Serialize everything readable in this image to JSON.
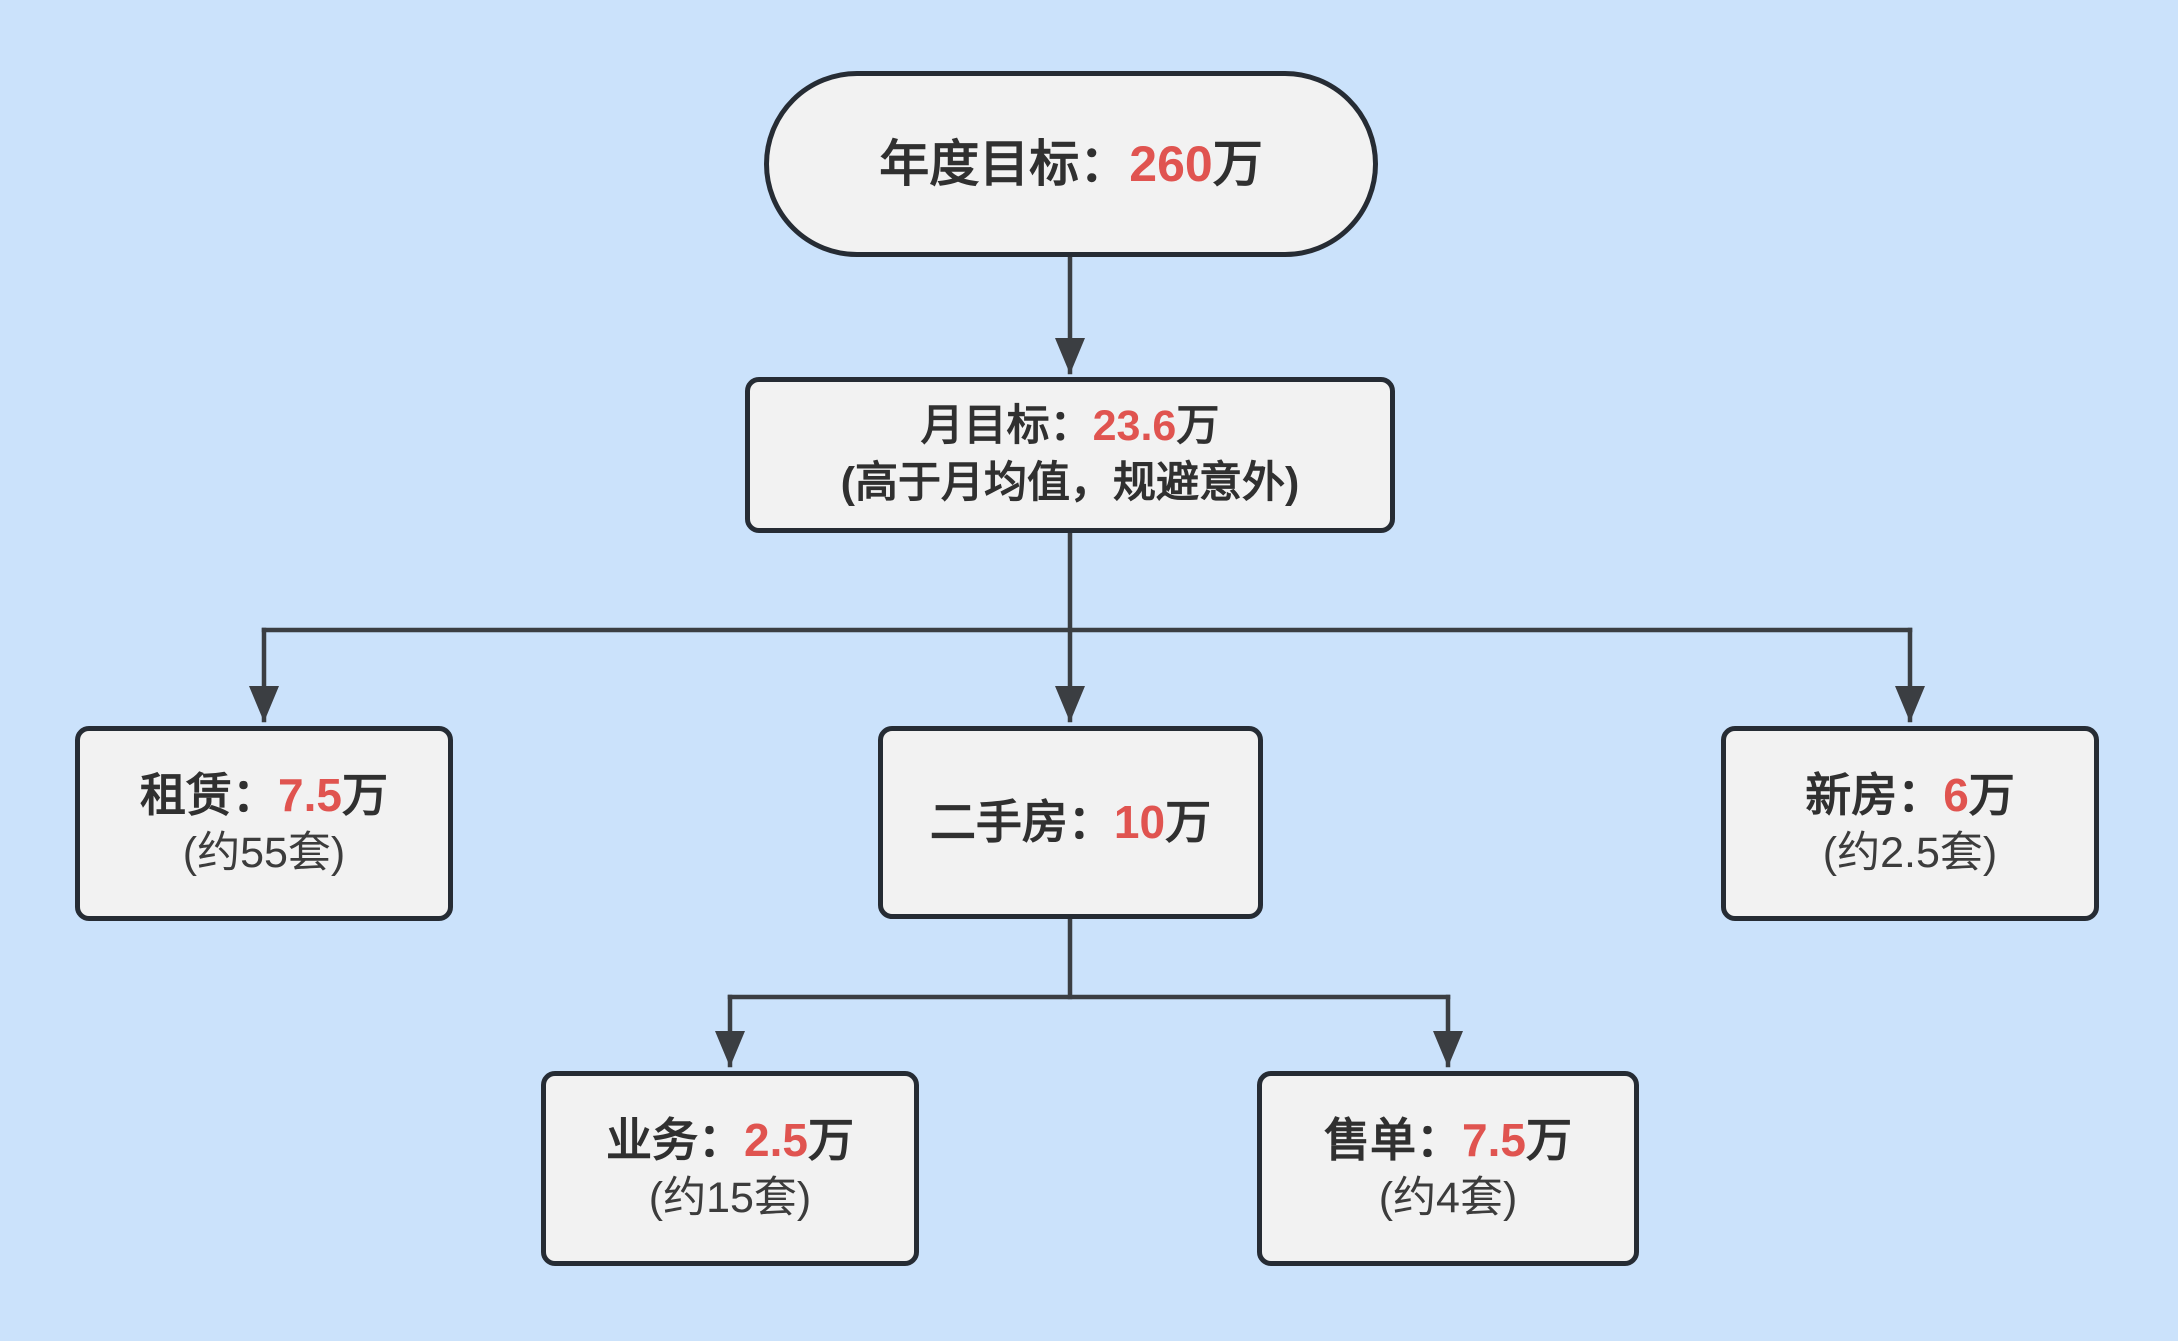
{
  "diagram": {
    "type": "flowchart",
    "nodes": {
      "annual": {
        "prefix": "年度目标：",
        "value": "260",
        "suffix": "万",
        "sub": ""
      },
      "monthly": {
        "prefix": "月目标：",
        "value": "23.6",
        "suffix": "万",
        "sub": "(高于月均值，规避意外)"
      },
      "rental": {
        "prefix": "租赁：",
        "value": "7.5",
        "suffix": "万",
        "sub": "(约55套)"
      },
      "secondhand": {
        "prefix": "二手房：",
        "value": "10",
        "suffix": "万",
        "sub": ""
      },
      "newhouse": {
        "prefix": "新房：",
        "value": "6",
        "suffix": "万",
        "sub": "(约2.5套)"
      },
      "business": {
        "prefix": "业务：",
        "value": "2.5",
        "suffix": "万",
        "sub": "(约15套)"
      },
      "saleorder": {
        "prefix": "售单：",
        "value": "7.5",
        "suffix": "万",
        "sub": "(约4套)"
      }
    },
    "edges": [
      {
        "from": "annual",
        "to": "monthly"
      },
      {
        "from": "monthly",
        "to": "rental"
      },
      {
        "from": "monthly",
        "to": "secondhand"
      },
      {
        "from": "monthly",
        "to": "newhouse"
      },
      {
        "from": "secondhand",
        "to": "business"
      },
      {
        "from": "secondhand",
        "to": "saleorder"
      }
    ],
    "colors": {
      "background": "#cbe2fb",
      "node_fill": "#f2f2f2",
      "node_border": "#262c34",
      "text": "#303030",
      "sub_text": "#3c3c3c",
      "accent_red": "#e05450",
      "connector": "#3b3e42"
    }
  }
}
